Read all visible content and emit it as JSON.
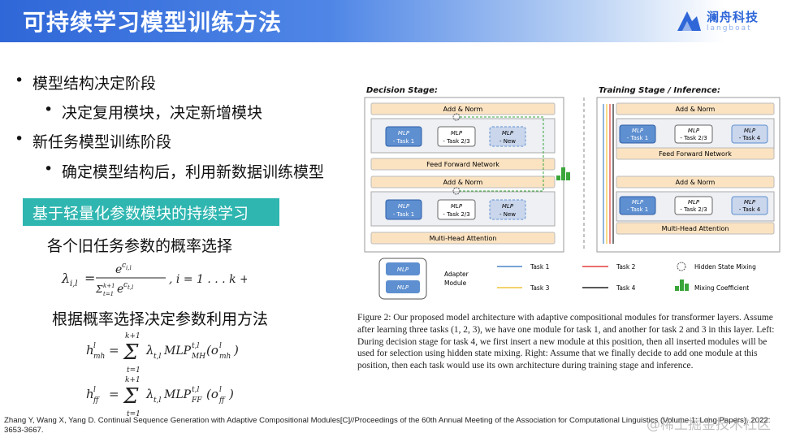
{
  "header": {
    "title": "可持续学习模型训练方法"
  },
  "logo": {
    "name_cn": "澜舟科技",
    "name_en": "langboat"
  },
  "bullets": [
    {
      "level": 1,
      "text": "模型结构决定阶段"
    },
    {
      "level": 2,
      "text": "决定复用模块，决定新增模块"
    },
    {
      "level": 1,
      "text": "新任务模型训练阶段"
    },
    {
      "level": 2,
      "text": "确定模型结构后，利用新数据训练模型"
    }
  ],
  "highlight": "基于轻量化参数模块的持续学习",
  "subheading_1": "各个旧任务参数的概率选择",
  "subheading_2": "根据概率选择决定参数利用方法",
  "figure": {
    "decision_title": "Decision Stage:",
    "training_title": "Training Stage / Inference:",
    "add_norm": "Add & Norm",
    "ffn": "Feed Forward Network",
    "mha": "Multi-Head Attention",
    "mlp_ff": "MLP",
    "mlp_ff_sub": "FF",
    "mlp_mh_sub": "MH",
    "task1": "- Task 1",
    "task23": "- Task 2/3",
    "task_new": "- New",
    "task4": "- Task 4",
    "legend": {
      "adapter": "Adapter",
      "module": "Module",
      "task1": "Task 1",
      "task2": "Task 2",
      "task3": "Task 3",
      "task4": "Task 4",
      "hidden": "Hidden State Mixing",
      "mixing": "Mixing Coefficient"
    },
    "colors": {
      "task1": "#4a86c8",
      "task2": "#e0403a",
      "task3": "#f0c43a",
      "task4": "#222222",
      "teal": "#2fb6b0",
      "green": "#3aa63a"
    }
  },
  "caption": "Figure 2: Our proposed model architecture with adaptive compositional modules for transformer layers. Assume after learning three tasks (1, 2, 3), we have one module for task 1, and another for task 2 and 3 in this layer. Left: During decision stage for task 4, we first insert a new module at this position, then all inserted modules will be used for selection using hidden state mixing. Right: Assume that we finally decide to add one module at this position, then each task would use its own architecture during training stage and inference.",
  "reference": "Zhang Y, Wang X, Yang D. Continual Sequence Generation with Adaptive Compositional Modules[C]//Proceedings of the 60th Annual Meeting of the Association for Computational Linguistics (Volume 1: Long Papers). 2022: 3653-3667.",
  "watermark": "@稀土掘金技术社区"
}
